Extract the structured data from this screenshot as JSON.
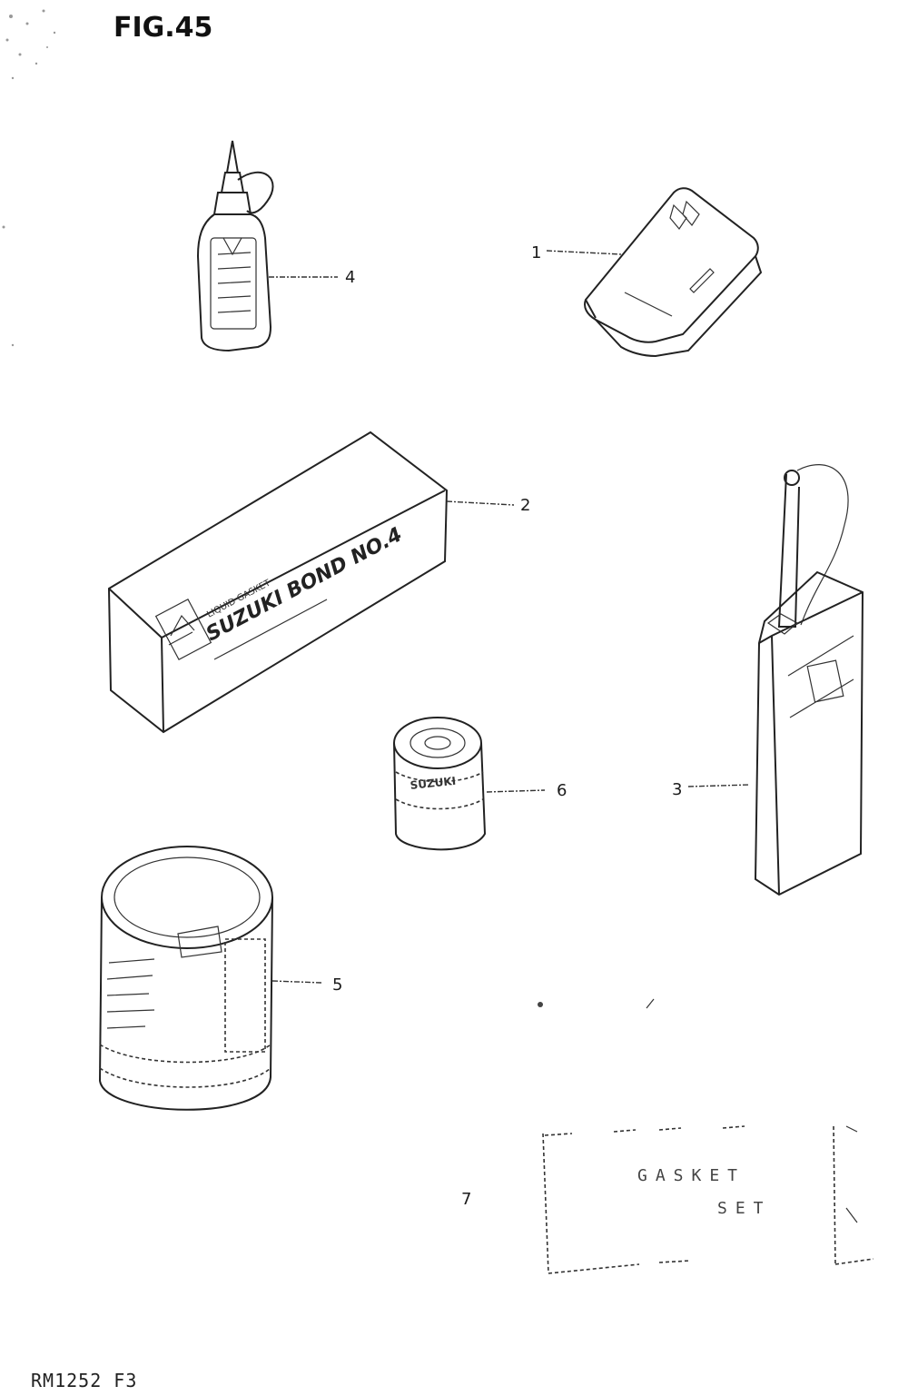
{
  "figure": {
    "title": "FIG.45",
    "reference": "RM1252 F3"
  },
  "callouts": [
    {
      "id": "1",
      "label": "1"
    },
    {
      "id": "2",
      "label": "2"
    },
    {
      "id": "3",
      "label": "3"
    },
    {
      "id": "4",
      "label": "4"
    },
    {
      "id": "5",
      "label": "5"
    },
    {
      "id": "6",
      "label": "6"
    },
    {
      "id": "7",
      "label": "7"
    }
  ],
  "packaging": {
    "bond_box": {
      "line1": "LIQUID GASKET",
      "line2": "SUZUKI BOND NO.4"
    },
    "small_can": "SUZUKI",
    "gasket_set": {
      "line1": "GASKET",
      "line2": "SET"
    }
  },
  "icons": [
    "oil-bottle-icon",
    "case-icon",
    "bond-box-icon",
    "oil-tin-icon",
    "small-can-icon",
    "grease-can-icon",
    "gasket-set-icon"
  ],
  "colors": {
    "ink": "#222222",
    "paper": "#ffffff"
  }
}
